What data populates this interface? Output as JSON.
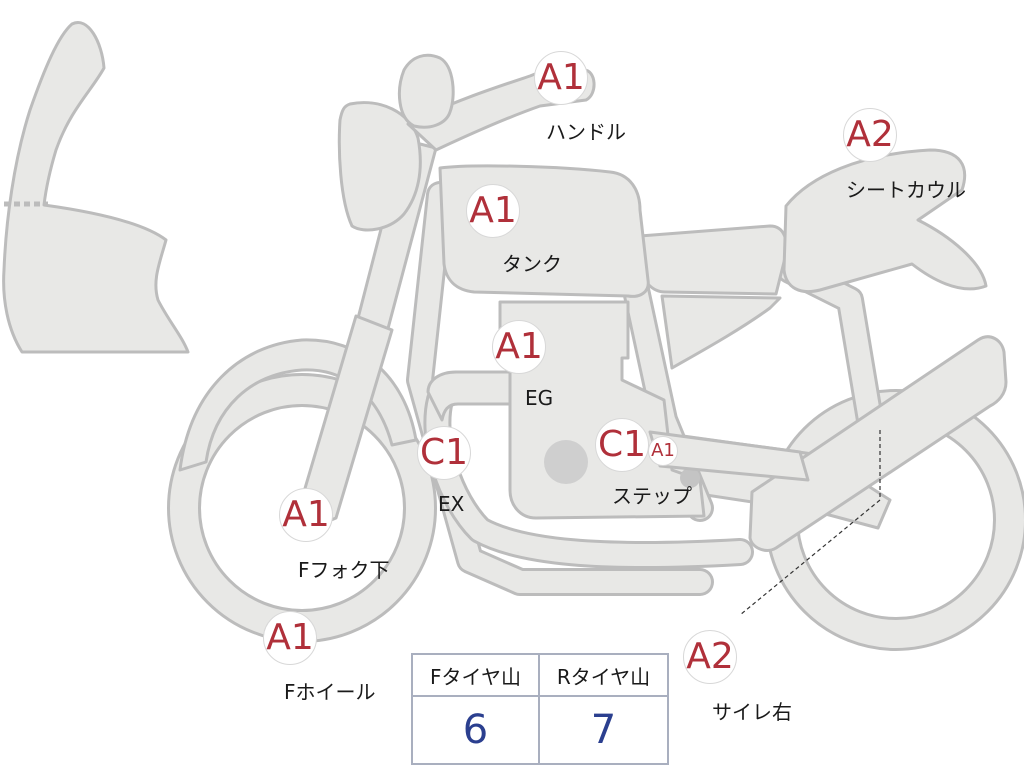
{
  "parts": [
    {
      "id": "handle",
      "grade": "A1",
      "label": "ハンドル"
    },
    {
      "id": "seat-cowl",
      "grade": "A2",
      "label": "シートカウル"
    },
    {
      "id": "tank",
      "grade": "A1",
      "label": "タンク"
    },
    {
      "id": "engine",
      "grade": "A1",
      "label": "EG"
    },
    {
      "id": "exhaust",
      "grade": "C1",
      "label": "EX"
    },
    {
      "id": "step",
      "grade": "C1",
      "label": "ステップ",
      "extra_grade": "A1"
    },
    {
      "id": "front-fork-lower",
      "grade": "A1",
      "label": "Fフォク下"
    },
    {
      "id": "front-wheel",
      "grade": "A1",
      "label": "Fホイール"
    },
    {
      "id": "silencer-right",
      "grade": "A2",
      "label": "サイレ右"
    }
  ],
  "tread": {
    "front_label": "Fタイヤ山",
    "rear_label": "Rタイヤ山",
    "front_value": "6",
    "rear_value": "7"
  },
  "colors": {
    "body_fill": "#e8e8e6",
    "body_stroke": "#bcbcbc",
    "grade_text": "#b0303a",
    "tread_value": "#2b3f8f",
    "tread_border": "#a9afbf"
  }
}
